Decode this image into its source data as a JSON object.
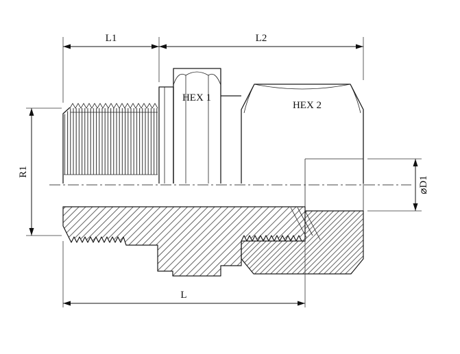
{
  "drawing": {
    "dim_labels": {
      "l1": "L1",
      "l2": "L2",
      "l": "L",
      "r1": "R1",
      "d1": "⌀D1"
    },
    "part_labels": {
      "hex1": "HEX 1",
      "hex2": "HEX 2"
    },
    "colors": {
      "line": "#1a1a1a",
      "background": "#ffffff"
    }
  }
}
